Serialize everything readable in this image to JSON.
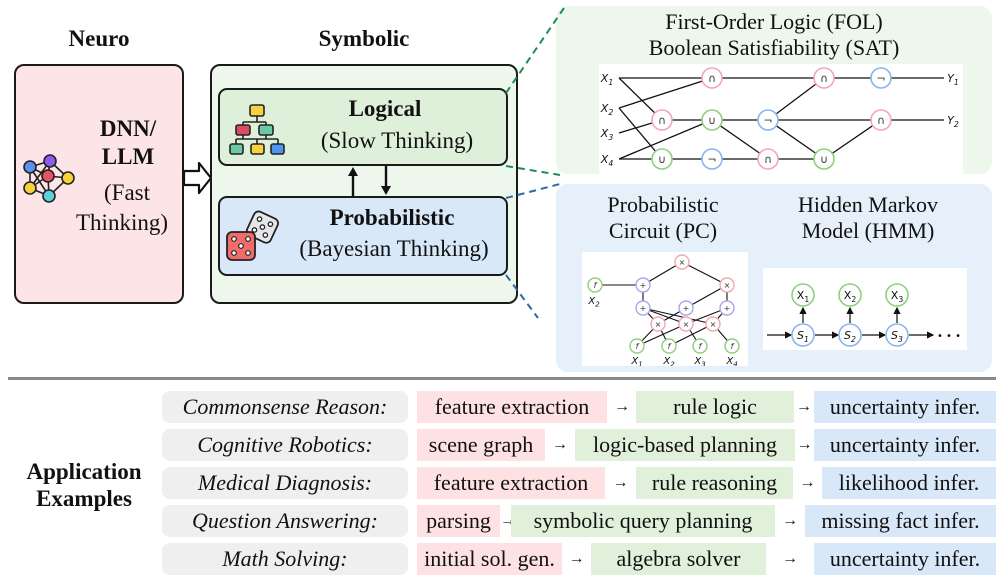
{
  "headings": {
    "neuro": "Neuro",
    "symbolic": "Symbolic"
  },
  "neuro_box": {
    "title_line1": "DNN/",
    "title_line2": "LLM",
    "sub_line1": "(Fast",
    "sub_line2": "Thinking)",
    "icon": "neural-network-icon"
  },
  "logical_box": {
    "title": "Logical",
    "subtitle": "(Slow Thinking)",
    "icon": "hierarchy-tree-icon"
  },
  "probabilistic_box": {
    "title": "Probabilistic",
    "subtitle": "(Bayesian Thinking)",
    "icon": "dice-icon"
  },
  "fol_panel": {
    "title_line1": "First-Order Logic (FOL)",
    "title_line2": "Boolean Satisfiability (SAT)",
    "inputs": [
      "X1",
      "X2",
      "X3",
      "X4"
    ],
    "outputs": [
      "Y1",
      "Y2"
    ],
    "gates": {
      "and": "∩",
      "or": "∪",
      "not": "¬"
    }
  },
  "pc_panel": {
    "title_line1": "Probabilistic",
    "title_line2": "Circuit (PC)",
    "leaf_labels": [
      "X1",
      "X2",
      "X3",
      "X4"
    ],
    "side_leaf_label": "X2",
    "symbols": {
      "product": "×",
      "sum": "+",
      "leaf": "f"
    }
  },
  "hmm_panel": {
    "title_line1": "Hidden Markov",
    "title_line2": "Model (HMM)",
    "observations": [
      "X1",
      "X2",
      "X3"
    ],
    "states": [
      "S1",
      "S2",
      "S3"
    ],
    "ellipsis": "• • •"
  },
  "applications": {
    "label_line1": "Application",
    "label_line2": "Examples",
    "arrow": "→",
    "rows": [
      {
        "name": "Commonsense Reason:",
        "neuro": "feature extraction",
        "logic": "rule logic",
        "prob": "uncertainty infer."
      },
      {
        "name": "Cognitive Robotics:",
        "neuro": "scene graph",
        "logic": "logic-based planning",
        "prob": "uncertainty infer."
      },
      {
        "name": "Medical Diagnosis:",
        "neuro": "feature extraction",
        "logic": "rule reasoning",
        "prob": "likelihood infer."
      },
      {
        "name": "Question Answering:",
        "neuro": "parsing",
        "logic": "symbolic query planning",
        "prob": "missing fact infer."
      },
      {
        "name": "Math Solving:",
        "neuro": "initial sol. gen.",
        "logic": "algebra solver",
        "prob": "uncertainty infer."
      }
    ]
  },
  "colors": {
    "neuro": "#fde4e6",
    "logic": "#dff0da",
    "prob": "#d9e8f8",
    "gate_and": "#f2a7b3",
    "gate_or": "#8fcf7f",
    "gate_not": "#8ab4ee",
    "dash_green": "#1f8a5a",
    "dash_blue": "#2a6aa8"
  }
}
